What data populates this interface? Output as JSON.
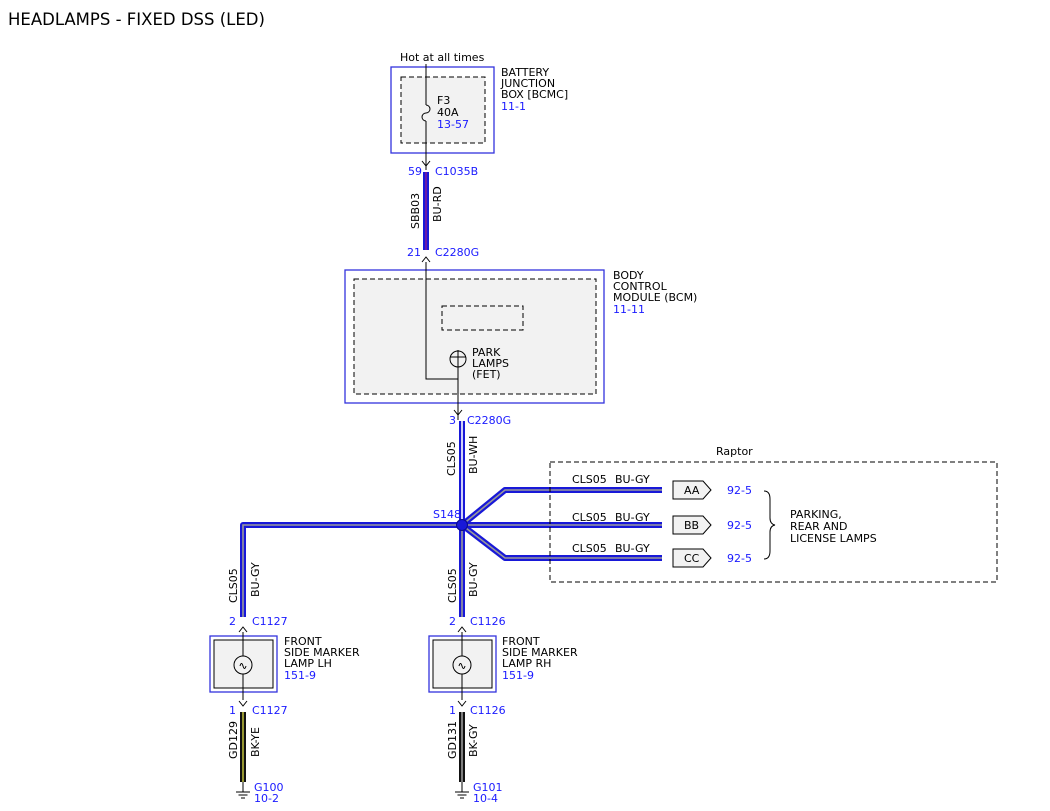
{
  "title": "HEADLAMPS - FIXED DSS (LED)",
  "hot_label": "Hot at all times",
  "battery_box": {
    "name_lines": [
      "BATTERY",
      "JUNCTION",
      "BOX [BCMC]"
    ],
    "ref": "11-1",
    "fuse_id": "F3",
    "fuse_rating": "40A",
    "fuse_ref": "13-57"
  },
  "conn_c1035b": {
    "pin": "59",
    "name": "C1035B"
  },
  "wire_sbb03": {
    "circuit": "SBB03",
    "color": "BU-RD"
  },
  "conn_c2280g_top": {
    "pin": "21",
    "name": "C2280G"
  },
  "bcm": {
    "name_lines": [
      "BODY",
      "CONTROL",
      "MODULE (BCM)"
    ],
    "ref": "11-11",
    "fet_lines": [
      "PARK",
      "LAMPS",
      "(FET)"
    ]
  },
  "conn_c2280g_bottom": {
    "pin": "3",
    "name": "C2280G"
  },
  "wire_cls05_main": {
    "circuit": "CLS05",
    "color": "BU-WH"
  },
  "splice": "S148",
  "raptor": {
    "label": "Raptor",
    "branches": [
      {
        "circuit": "CLS05",
        "color": "BU-GY",
        "connector": "AA",
        "ref": "92-5"
      },
      {
        "circuit": "CLS05",
        "color": "BU-GY",
        "connector": "BB",
        "ref": "92-5"
      },
      {
        "circuit": "CLS05",
        "color": "BU-GY",
        "connector": "CC",
        "ref": "92-5"
      }
    ],
    "destination_lines": [
      "PARKING,",
      "REAR AND",
      "LICENSE LAMPS"
    ]
  },
  "wire_lh": {
    "circuit": "CLS05",
    "color": "BU-GY"
  },
  "wire_rh": {
    "circuit": "CLS05",
    "color": "BU-GY"
  },
  "lamp_lh": {
    "conn_top": {
      "pin": "2",
      "name": "C1127"
    },
    "name_lines": [
      "FRONT",
      "SIDE MARKER",
      "LAMP LH"
    ],
    "ref": "151-9",
    "conn_bottom": {
      "pin": "1",
      "name": "C1127"
    },
    "ground_wire": {
      "circuit": "GD129",
      "color": "BK-YE"
    },
    "ground": {
      "name": "G100",
      "ref": "10-2"
    }
  },
  "lamp_rh": {
    "conn_top": {
      "pin": "2",
      "name": "C1126"
    },
    "name_lines": [
      "FRONT",
      "SIDE MARKER",
      "LAMP RH"
    ],
    "ref": "151-9",
    "conn_bottom": {
      "pin": "1",
      "name": "C1126"
    },
    "ground_wire": {
      "circuit": "GD131",
      "color": "BK-GY"
    },
    "ground": {
      "name": "G101",
      "ref": "10-4"
    }
  }
}
